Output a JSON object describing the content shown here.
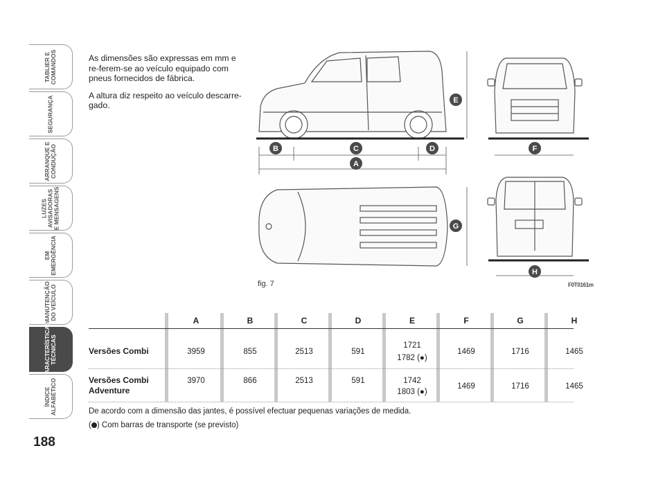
{
  "sidebar": {
    "tabs": [
      {
        "label": "TABLIER E\nCOMANDOS",
        "active": false
      },
      {
        "label": "SEGURANÇA",
        "active": false
      },
      {
        "label": "ARRANQUE E\nCONDUÇÃO",
        "active": false
      },
      {
        "label": "LUZES\nAVISADORAS\nE MENSAGENS",
        "active": false
      },
      {
        "label": "EM\nEMERGÊNCIA",
        "active": false
      },
      {
        "label": "MANUTENÇÃO\nDO VEÍCULO",
        "active": false
      },
      {
        "label": "CARACTERÍSTICAS\nTÉCNICAS",
        "active": true
      },
      {
        "label": "ÍNDICE\nALFABÉTICO",
        "active": false
      }
    ]
  },
  "page_number": "188",
  "intro": {
    "p1": "As dimensões são expressas em mm e re-ferem-se ao veículo equipado com pneus fornecidos de fábrica.",
    "p2": "A altura diz respeito ao veículo descarre-gado."
  },
  "figure": {
    "label": "fig. 7",
    "code": "F0T0161m",
    "dimension_letters": [
      "A",
      "B",
      "C",
      "D",
      "E",
      "F",
      "G",
      "H"
    ]
  },
  "table": {
    "headers": [
      "A",
      "B",
      "C",
      "D",
      "E",
      "F",
      "G",
      "H"
    ],
    "rows": [
      {
        "label": "Versões Combi",
        "values": [
          "3959",
          "855",
          "2513",
          "591",
          "1721",
          "1469",
          "1716",
          "1465"
        ],
        "e_alt": "1782 (●)"
      },
      {
        "label": "Versões Combi Adventure",
        "values": [
          "3970",
          "866",
          "2513",
          "591",
          "1742",
          "1469",
          "1716",
          "1465"
        ],
        "e_alt": "1803 (●)"
      }
    ]
  },
  "notes": {
    "n1": "De acordo com a dimensão das jantes, é possível efectuar pequenas variações de medida.",
    "n2": " Com barras de transporte (se previsto)"
  },
  "colors": {
    "badge": "#4a4a4a",
    "active_tab": "#4a4a4a",
    "table_bar": "#c8c8c8"
  }
}
